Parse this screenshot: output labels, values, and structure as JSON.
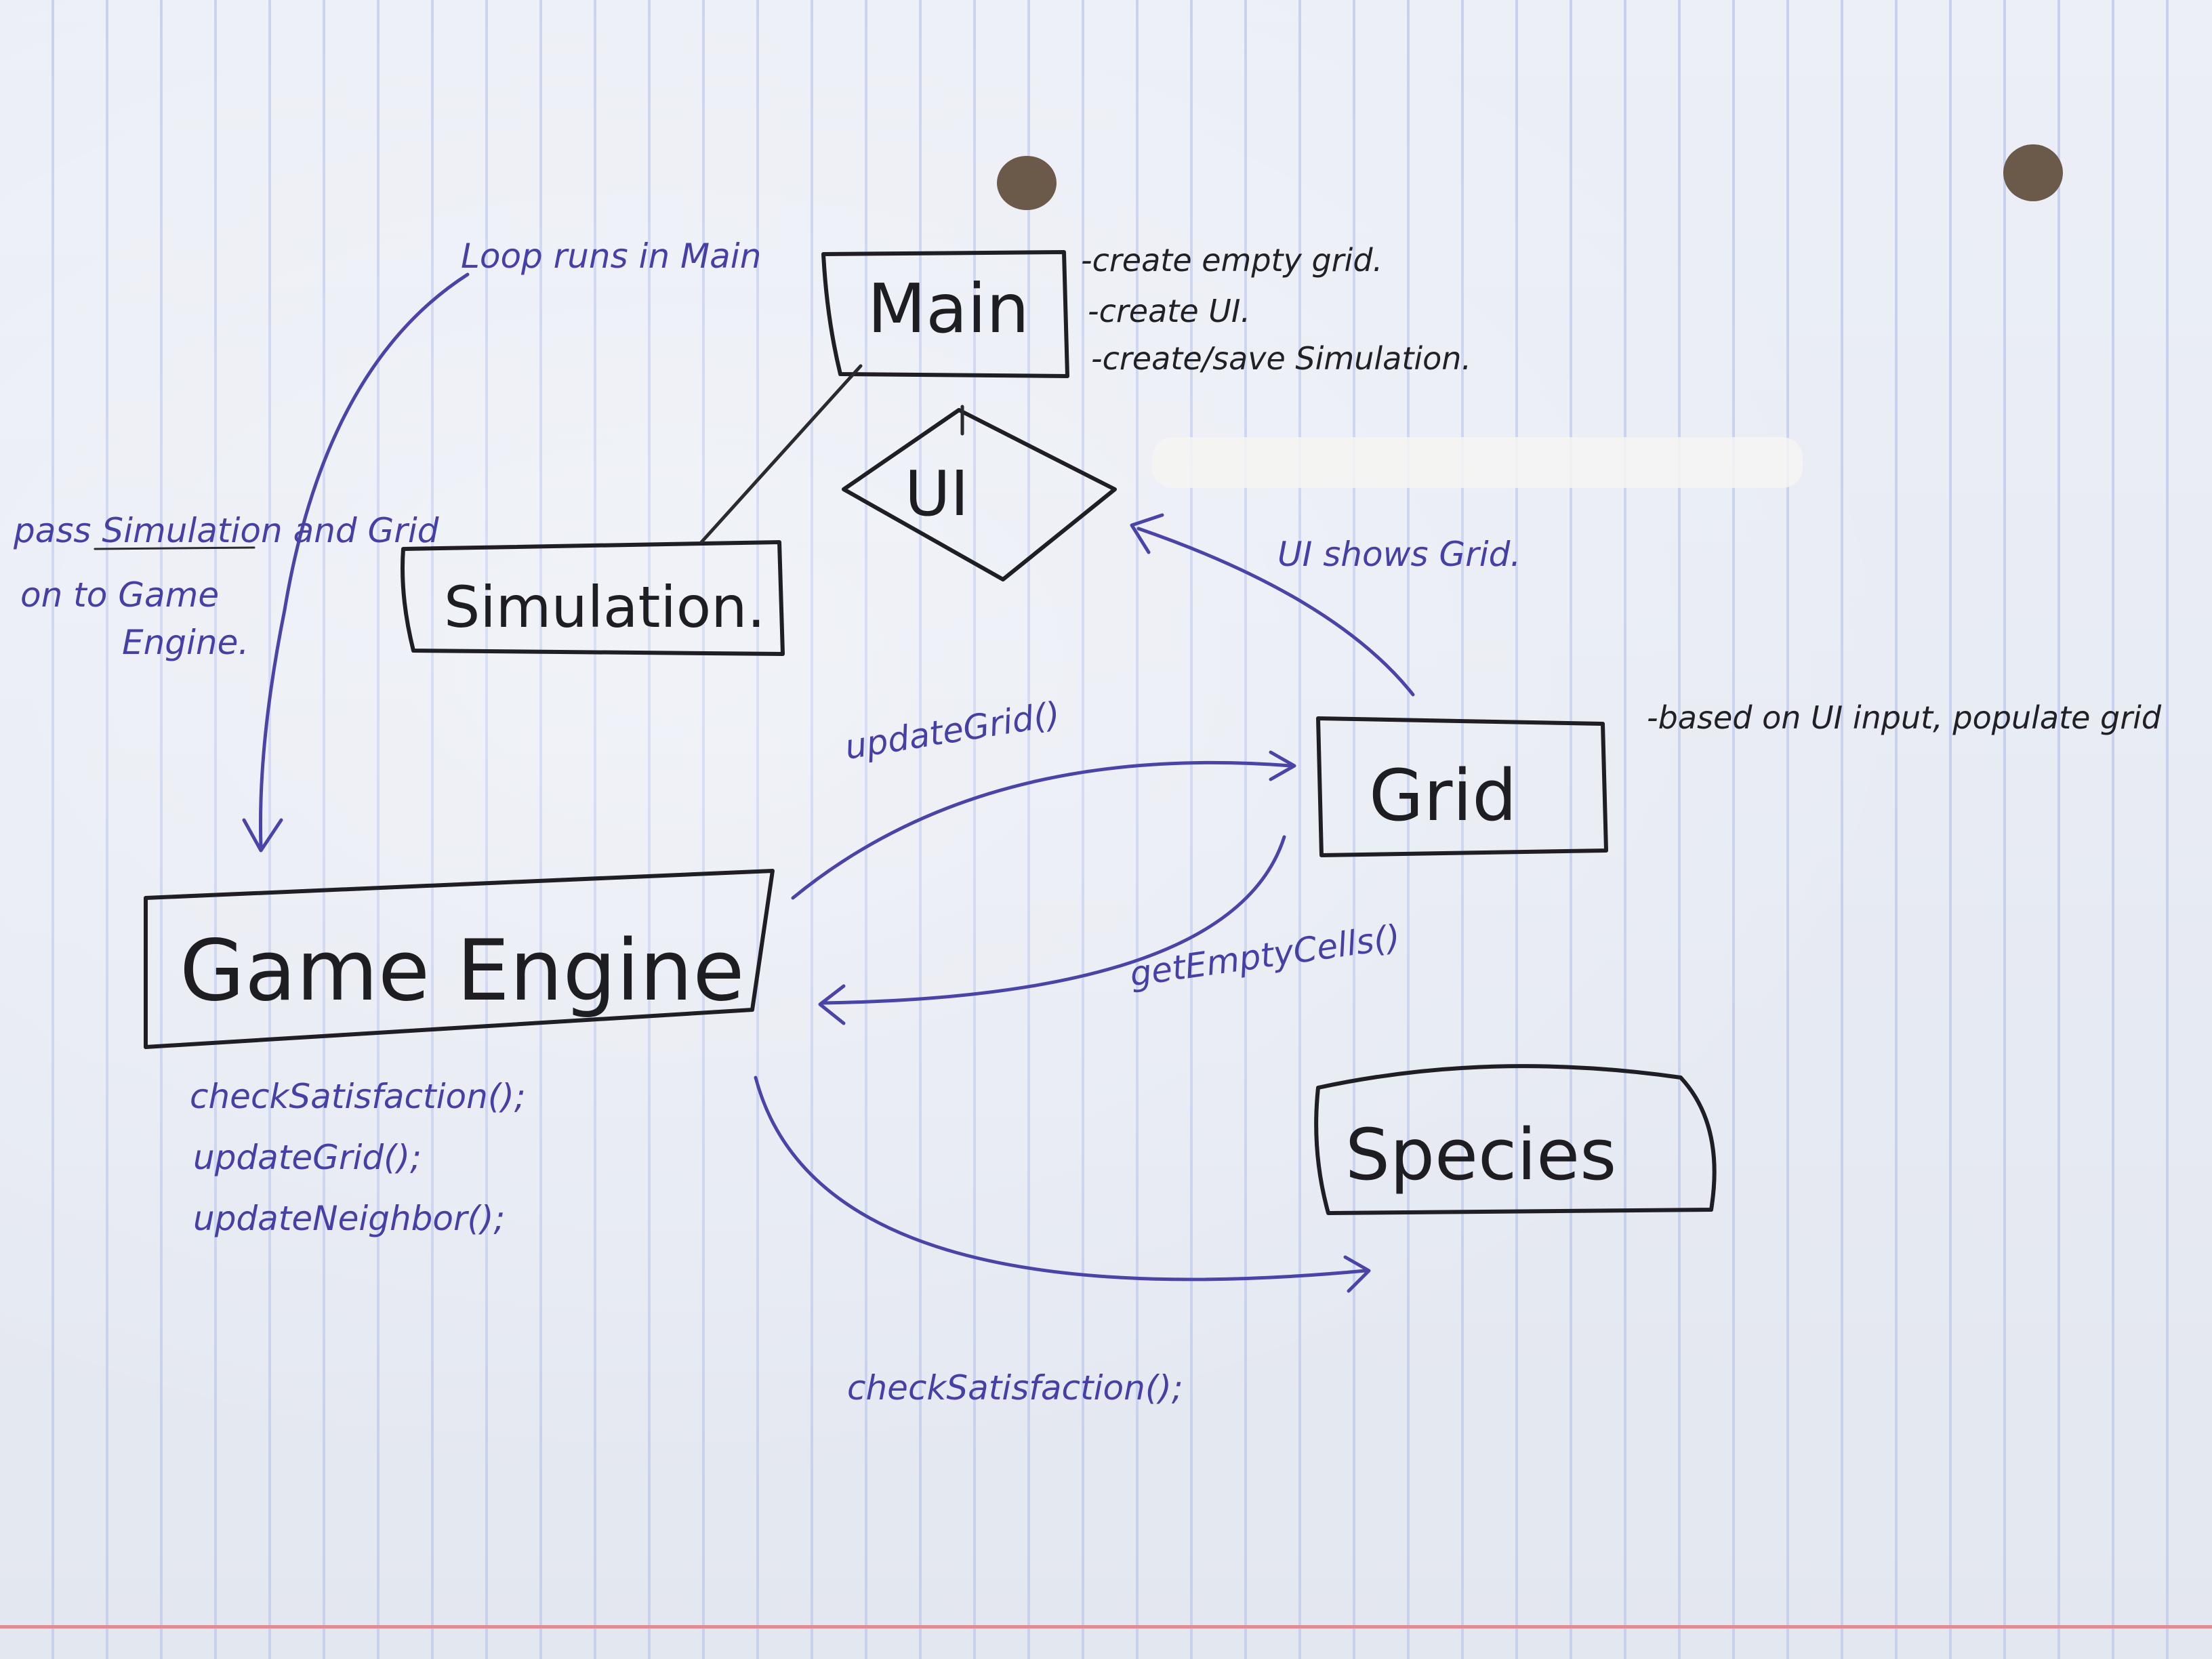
{
  "colors": {
    "paper": "#e9ecf4",
    "vertical_lines": "#c7d0ee",
    "red_margin": "#e08c92",
    "ink_black": "#1e1e24",
    "ink_blue": "#4b44a8"
  },
  "nodes": {
    "main": "Main",
    "ui": "UI",
    "simulation": "Simulation.",
    "grid": "Grid",
    "game_engine": "Game Engine",
    "species": "Species"
  },
  "notes": {
    "main_1": "-create empty grid.",
    "main_2": "-create UI.",
    "main_3": "-create/save Simulation.",
    "grid_note": "-based on UI input, populate grid",
    "loop": "Loop runs in Main",
    "pass_1": "pass Simulation and Grid",
    "pass_2": "on to Game",
    "pass_3": "Engine.",
    "ui_shows": "UI shows Grid.",
    "update_grid_edge": "updateGrid()",
    "get_empty_edge": "getEmptyCells()",
    "check_edge": "checkSatisfaction();",
    "engine_m1": "checkSatisfaction();",
    "engine_m2": "updateGrid();",
    "engine_m3": "updateNeighbor();"
  }
}
